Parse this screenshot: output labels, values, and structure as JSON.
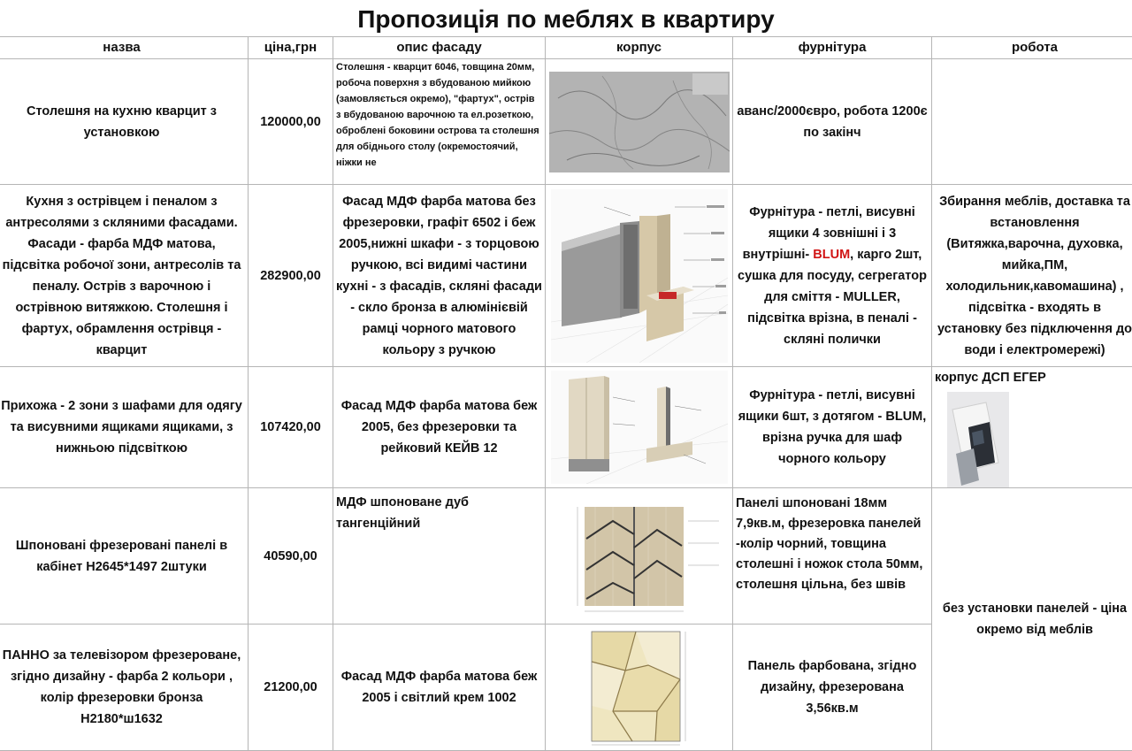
{
  "title": "Пропозиція по меблях в квартиру",
  "headers": [
    "назва",
    "ціна,грн",
    "опис фасаду",
    "корпус",
    "фурнітура",
    "робота"
  ],
  "rows": [
    {
      "name": "Столешня на кухню кварцит з установкою",
      "price": "120000,00",
      "facade": "Столешня - кварцит 6046, товщина 20мм, робоча поверхня з вбудованою мийкою (замовляється окремо), \"фартух\", острів з вбудованою варочною та ел.розеткою, оброблені боковини острова та столешня для обіднього столу (окремостоячий, ніжки не",
      "fittings": "аванс/2000євро, робота 1200є по закінч",
      "work": ""
    },
    {
      "name": "Кухня з острівцем і пеналом з антресолями з скляними фасадами. Фасади - фарба МДФ матова, підсвітка робочої зони, антресолів та пеналу. Острів з варочною і острівною витяжкою. Столешня і фартух, обрамлення острівця - кварцит",
      "price": "282900,00",
      "facade": "Фасад МДФ фарба матова без фрезеровки, графіт 6502 і беж 2005,нижні шкафи - з торцовою ручкою, всі видимі частини кухні - з фасадів, скляні фасади - скло бронза в алюмінієвій рамці чорного матового кольору з ручкою",
      "fittings_pre": "Фурнітура - петлі, висувні ящики 4 зовнішні і 3 внутрішні-",
      "fittings_brand": "BLUM",
      "fittings_post": ", карго 2шт, сушка для посуду, сегрегатор для сміття - MULLER, підсвітка врізна, в пеналі - скляні полички",
      "work": "Збирання меблів, доставка та встановлення (Витяжка,варочна, духовка, мийка,ПМ, холодильник,кавомашина) , підсвітка - входять в установку без підключення до води і електромережі)"
    },
    {
      "name": "Прихожа - 2 зони з шафами для одягу та висувними ящиками ящиками, з нижньою підсвіткою",
      "price": "107420,00",
      "facade": "Фасад МДФ фарба матова беж 2005, без фрезеровки та рейковий КЕЙВ 12",
      "fittings": "Фурнітура - петлі, висувні ящики 6шт, з дотягом - BLUM, врізна ручка для шаф чорного кольору",
      "work": "корпус ДСП ЕГЕР"
    },
    {
      "name": "Шпоновані фрезеровані панелі в кабінет Н2645*1497 2штуки",
      "price": "40590,00",
      "facade": "МДФ шпоноване дуб тангенційний",
      "fittings": "Панелі шпоновані 18мм 7,9кв.м, фрезеровка панелей -колір чорний, товщина столешні і ножок стола 50мм, столешня цільна, без швів",
      "work": "без установки панелей - ціна окремо від меблів"
    },
    {
      "name": "ПАННО за телевізором фрезероване, згідно дизайну - фарба 2 кольори , колір фрезеровки бронза Н2180*ш1632",
      "price": "21200,00",
      "facade": "Фасад МДФ фарба матова беж 2005 і світлий крем 1002",
      "fittings": "Панель фарбована, згідно дизайну, фрезерована 3,56кв.м"
    }
  ],
  "images": {
    "countertop": "quartzite-sample-photo",
    "kitchen": "kitchen-3d-drawing",
    "hallway": "hallway-3d-drawing",
    "egger": "egger-samples-photo",
    "panels": "veneer-panels-drawing",
    "panno": "tv-panel-drawing"
  }
}
